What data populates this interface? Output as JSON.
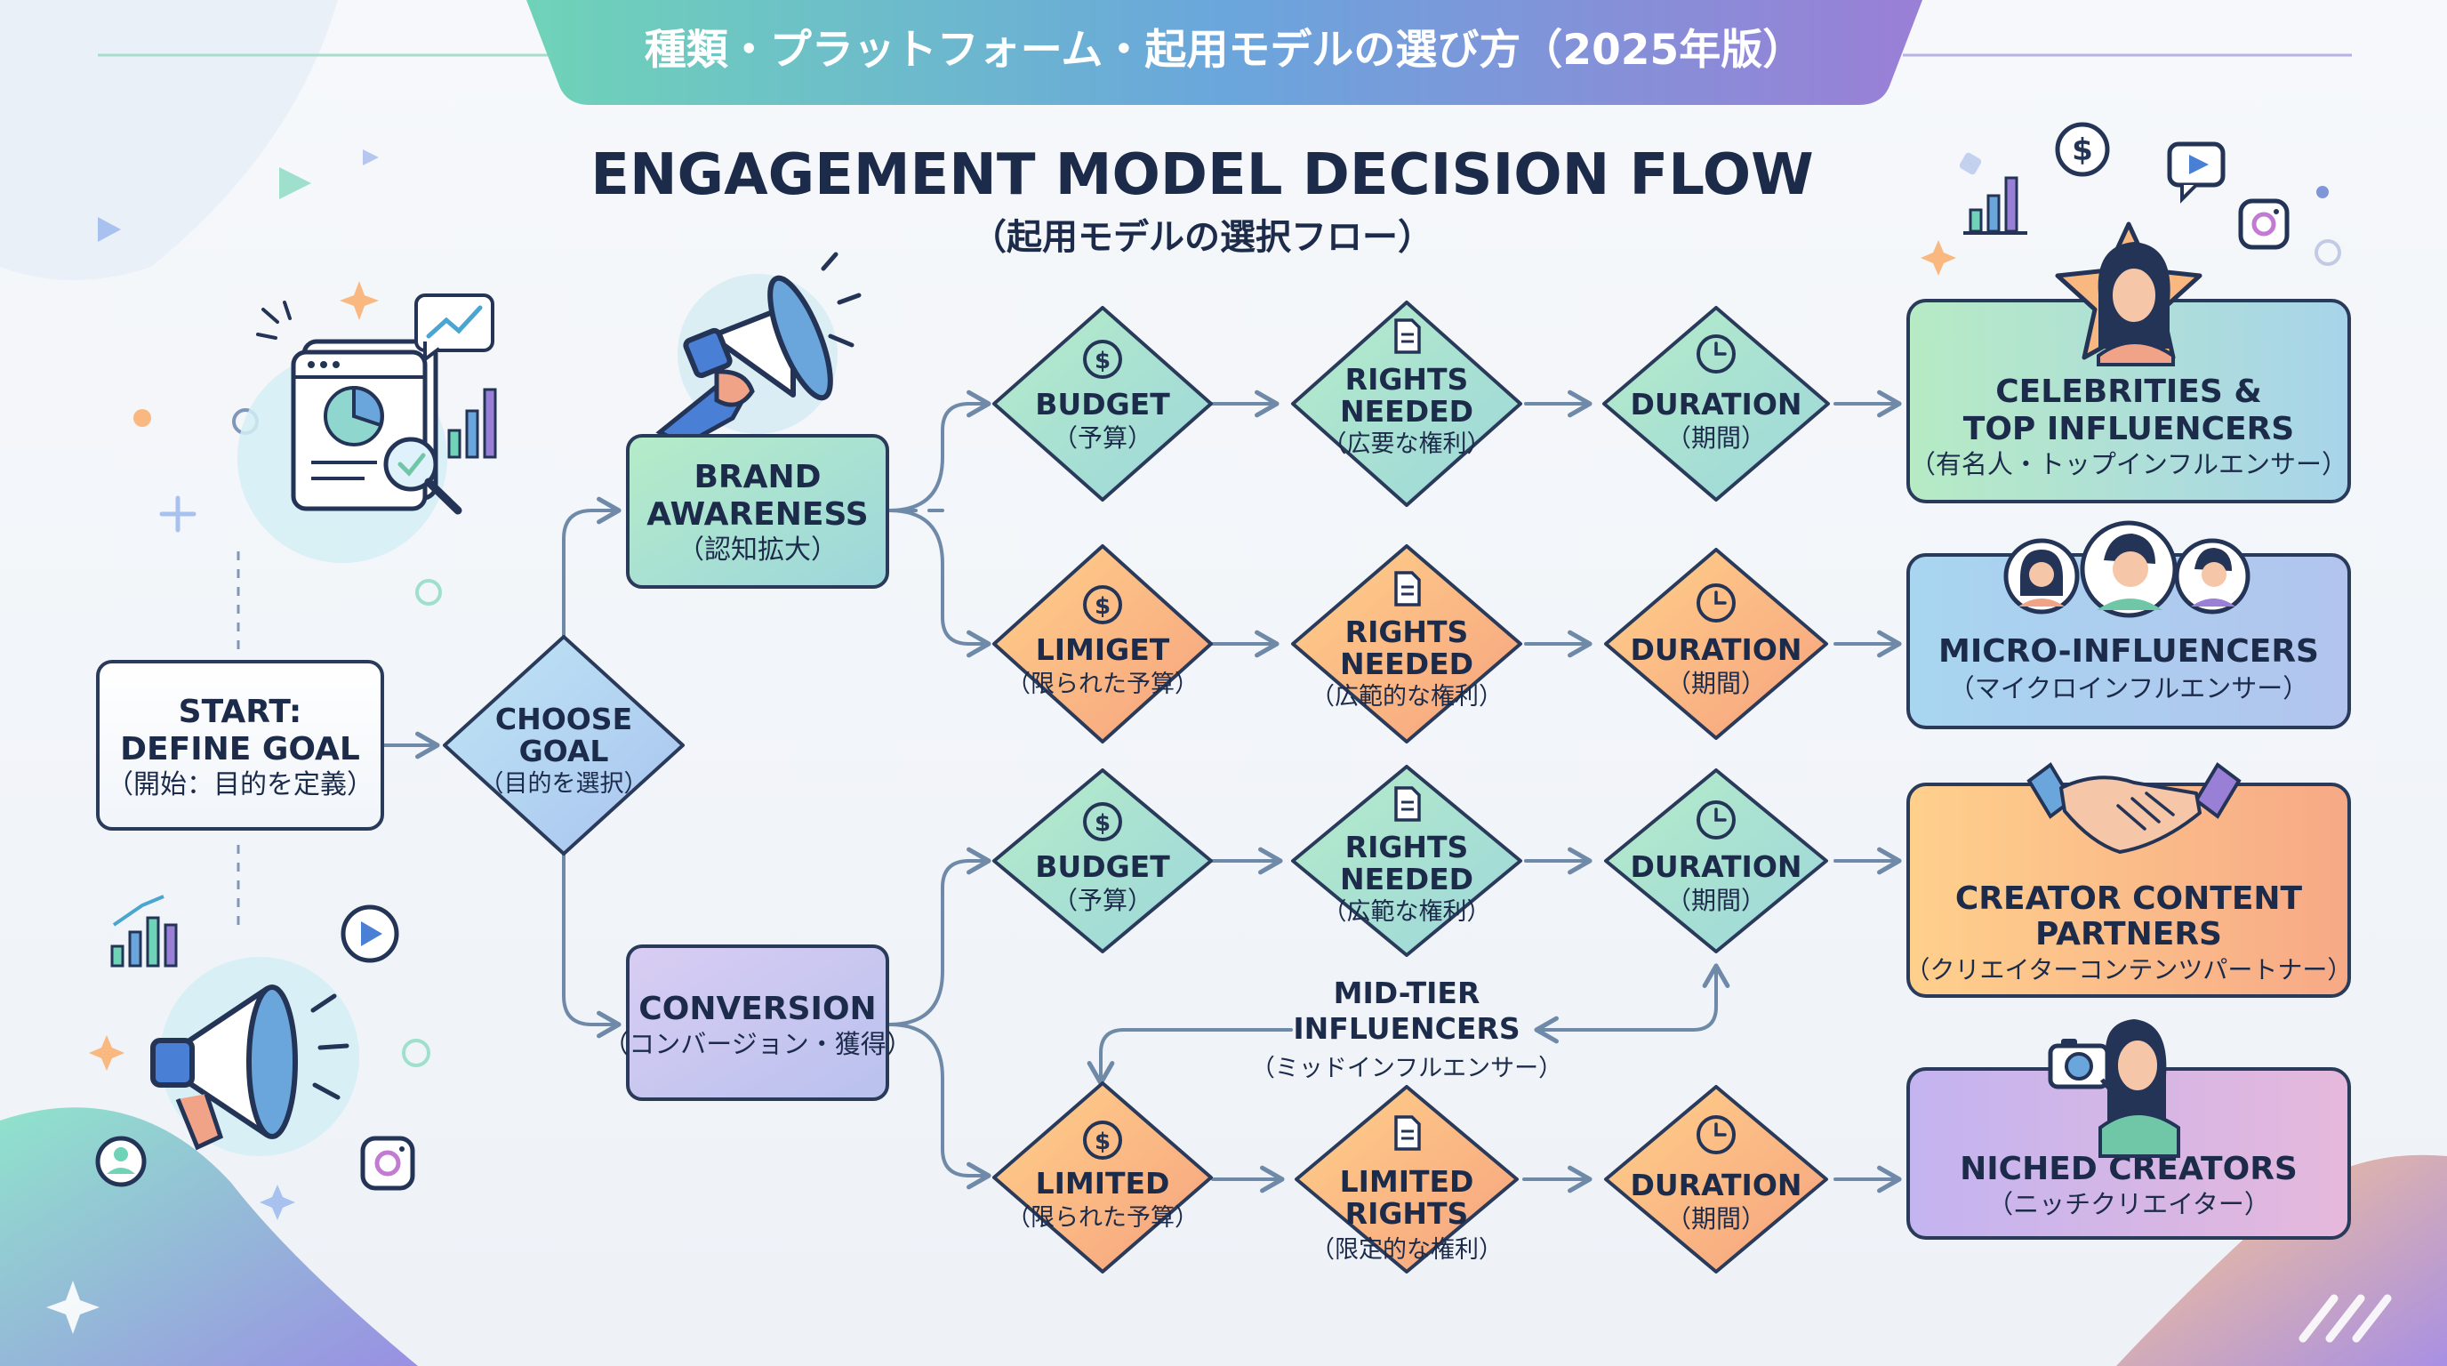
{
  "header": {
    "banner": "種類・プラットフォーム・起用モデルの選び方（2025年版）",
    "title": "ENGAGEMENT MODEL DECISION FLOW",
    "subtitle": "（起用モデルの選択フロー）"
  },
  "start": {
    "line1": "START:",
    "line2": "DEFINE GOAL",
    "sub": "（開始：目的を定義）"
  },
  "choose": {
    "line1": "CHOOSE",
    "line2": "GOAL",
    "sub": "（目的を選択）"
  },
  "branches": {
    "awareness": {
      "line1": "BRAND",
      "line2": "AWARENESS",
      "sub": "（認知拡大）"
    },
    "conversion": {
      "line1": "CONVERSION",
      "sub": "（コンバージョン・獲得）"
    }
  },
  "rows": [
    {
      "budget": {
        "line1": "BUDGET",
        "sub": "（予算）"
      },
      "rights": {
        "line1": "RIGHTS",
        "line2": "NEEDED",
        "sub": "（広要な権利）"
      },
      "duration": {
        "line1": "DURATION",
        "sub": "（期間）"
      },
      "outcome": {
        "line1": "CELEBRITIES &",
        "line2": "TOP INFLUENCERS",
        "sub": "（有名人・トップインフルエンサー）"
      }
    },
    {
      "budget": {
        "line1": "LIMIGET",
        "sub": "（限られた予算）"
      },
      "rights": {
        "line1": "RIGHTS",
        "line2": "NEEDED",
        "sub": "（広範的な権利）"
      },
      "duration": {
        "line1": "DURATION",
        "sub": "（期間）"
      },
      "outcome": {
        "line1": "MICRO-INFLUENCERS",
        "sub": "（マイクロインフルエンサー）"
      }
    },
    {
      "budget": {
        "line1": "BUDGET",
        "sub": "（予算）"
      },
      "rights": {
        "line1": "RIGHTS",
        "line2": "NEEDED",
        "sub": "（広範な権利）"
      },
      "duration": {
        "line1": "DURATION",
        "sub": "（期間）"
      },
      "outcome": {
        "line1": "CREATOR CONTENT",
        "line2": "PARTNERS",
        "sub": "（クリエイターコンテンツパートナー）"
      }
    },
    {
      "budget": {
        "line1": "LIMITED",
        "sub": "（限られた予算）"
      },
      "rights": {
        "line1": "LIMITED",
        "line2": "RIGHTS",
        "sub": "（限定的な権利）"
      },
      "duration": {
        "line1": "DURATION",
        "sub": "（期間）"
      },
      "outcome": {
        "line1": "NICHED CREATORS",
        "sub": "（ニッチクリエイター）"
      }
    }
  ],
  "midtier": {
    "line1": "MID-TIER",
    "line2": "INFLUENCERS",
    "sub": "（ミッドインフルエンサー）"
  },
  "icons": [
    "dollar-icon",
    "document-icon",
    "clock-icon",
    "megaphone-icon",
    "dashboard-icon",
    "chart-icon",
    "play-icon",
    "instagram-icon",
    "user-icon",
    "handshake-icon",
    "camera-icon",
    "star-icon",
    "sparkle-icon"
  ],
  "colors": {
    "navy": "#1c2b4a",
    "green": "#a8e0c4",
    "teal": "#9fd6dc",
    "orange": "#f8b880",
    "blue": "#a9cdee",
    "purple": "#cdbff0",
    "arrow": "#6f89a8"
  }
}
